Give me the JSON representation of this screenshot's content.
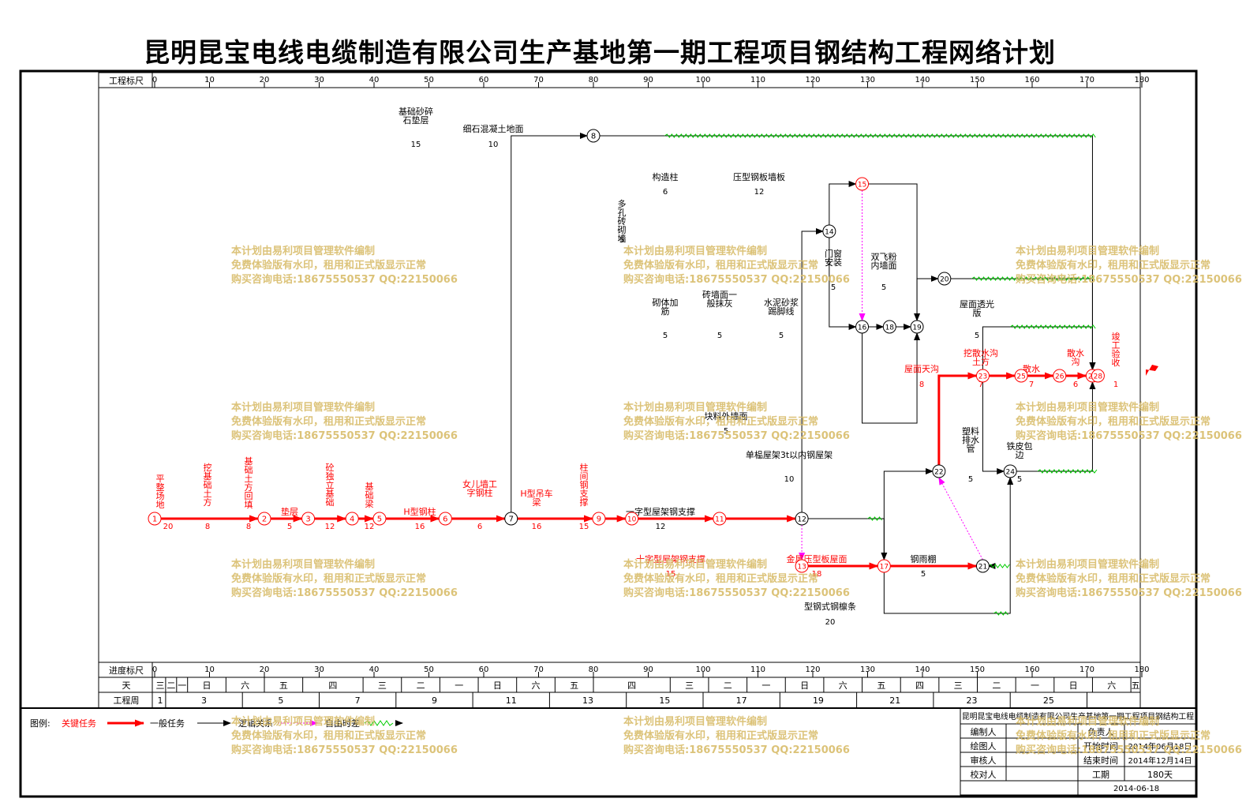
{
  "title": "昆明昆宝电线电缆制造有限公司生产基地第一期工程项目钢结构工程网络计划",
  "scale": {
    "top_label": "工程标尺",
    "bottom_label": "进度标尺",
    "ticks": [
      "0",
      "10",
      "20",
      "30",
      "40",
      "50",
      "60",
      "70",
      "80",
      "90",
      "100",
      "110",
      "120",
      "130",
      "140",
      "150",
      "160",
      "170",
      "180"
    ],
    "tick_values": [
      0,
      10,
      20,
      30,
      40,
      50,
      60,
      70,
      80,
      90,
      100,
      110,
      120,
      130,
      140,
      150,
      160,
      170,
      180
    ]
  },
  "day_row": {
    "label": "天",
    "cells": [
      {
        "t": "三",
        "from": 0,
        "to": 2
      },
      {
        "t": "二",
        "from": 2,
        "to": 4
      },
      {
        "t": "一",
        "from": 4,
        "to": 6
      },
      {
        "t": "日",
        "from": 6,
        "to": 13
      },
      {
        "t": "六",
        "from": 13,
        "to": 20
      },
      {
        "t": "五",
        "from": 20,
        "to": 27
      },
      {
        "t": "四",
        "from": 27,
        "to": 38
      },
      {
        "t": "三",
        "from": 38,
        "to": 45
      },
      {
        "t": "二",
        "from": 45,
        "to": 52
      },
      {
        "t": "一",
        "from": 52,
        "to": 59
      },
      {
        "t": "日",
        "from": 59,
        "to": 66
      },
      {
        "t": "六",
        "from": 66,
        "to": 73
      },
      {
        "t": "五",
        "from": 73,
        "to": 80
      },
      {
        "t": "四",
        "from": 80,
        "to": 94
      },
      {
        "t": "三",
        "from": 94,
        "to": 101
      },
      {
        "t": "二",
        "from": 101,
        "to": 108
      },
      {
        "t": "一",
        "from": 108,
        "to": 115
      },
      {
        "t": "日",
        "from": 115,
        "to": 122
      },
      {
        "t": "六",
        "from": 122,
        "to": 129
      },
      {
        "t": "五",
        "from": 129,
        "to": 136
      },
      {
        "t": "四",
        "from": 136,
        "to": 143
      },
      {
        "t": "三",
        "from": 143,
        "to": 150
      },
      {
        "t": "二",
        "from": 150,
        "to": 157
      },
      {
        "t": "一",
        "from": 157,
        "to": 164
      },
      {
        "t": "日",
        "from": 164,
        "to": 171
      },
      {
        "t": "六",
        "from": 171,
        "to": 178
      },
      {
        "t": "五",
        "from": 178,
        "to": 185
      }
    ]
  },
  "week_row": {
    "label": "工程周",
    "cells": [
      {
        "t": "1",
        "from": 0,
        "to": 2
      },
      {
        "t": "3",
        "from": 2,
        "to": 16
      },
      {
        "t": "5",
        "from": 16,
        "to": 30
      },
      {
        "t": "7",
        "from": 30,
        "to": 44
      },
      {
        "t": "9",
        "from": 44,
        "to": 58
      },
      {
        "t": "11",
        "from": 58,
        "to": 72
      },
      {
        "t": "13",
        "from": 72,
        "to": 86
      },
      {
        "t": "15",
        "from": 86,
        "to": 100
      },
      {
        "t": "17",
        "from": 100,
        "to": 114
      },
      {
        "t": "19",
        "from": 114,
        "to": 128
      },
      {
        "t": "21",
        "from": 128,
        "to": 142
      },
      {
        "t": "23",
        "from": 142,
        "to": 156
      },
      {
        "t": "25",
        "from": 156,
        "to": 170
      }
    ]
  },
  "nodes": [
    {
      "id": "1",
      "crit": true
    },
    {
      "id": "2",
      "crit": true
    },
    {
      "id": "3",
      "crit": true
    },
    {
      "id": "4",
      "crit": true
    },
    {
      "id": "5",
      "crit": true
    },
    {
      "id": "6",
      "crit": true
    },
    {
      "id": "7",
      "crit": false
    },
    {
      "id": "8",
      "crit": false
    },
    {
      "id": "9",
      "crit": true
    },
    {
      "id": "10",
      "crit": true
    },
    {
      "id": "11",
      "crit": true
    },
    {
      "id": "12",
      "crit": false
    },
    {
      "id": "13",
      "crit": true
    },
    {
      "id": "14",
      "crit": false
    },
    {
      "id": "15",
      "crit": true
    },
    {
      "id": "16",
      "crit": false
    },
    {
      "id": "17",
      "crit": true
    },
    {
      "id": "18",
      "crit": false
    },
    {
      "id": "19",
      "crit": false
    },
    {
      "id": "20",
      "crit": false
    },
    {
      "id": "21",
      "crit": false
    },
    {
      "id": "22",
      "crit": false
    },
    {
      "id": "23",
      "crit": true
    },
    {
      "id": "24",
      "crit": false
    },
    {
      "id": "25",
      "crit": true
    },
    {
      "id": "26",
      "crit": true
    },
    {
      "id": "27",
      "crit": true
    },
    {
      "id": "28",
      "crit": true
    }
  ],
  "tasks": [
    {
      "from": "1",
      "to": "2",
      "name": "平整场地",
      "dur": "20",
      "crit": true
    },
    {
      "from": "2",
      "to": "3",
      "name": "挖基础土方",
      "dur": "8",
      "crit": true
    },
    {
      "from": "3",
      "to": "4",
      "name": "基础土方回填",
      "dur": "8",
      "crit": true
    },
    {
      "from": "4",
      "to": "5",
      "name": "垫层",
      "dur": "5",
      "crit": true
    },
    {
      "from": "5",
      "to": "6",
      "name": "砼独立基础",
      "dur": "12",
      "crit": true
    },
    {
      "from": "6",
      "to": "7",
      "name": "基础梁",
      "dur": "12",
      "crit": true
    },
    {
      "from": "7",
      "to": "8",
      "name": "基础砂碎石垫层",
      "dur": "15",
      "crit": false
    },
    {
      "from": "8",
      "to": "27",
      "name": "细石混凝土地面",
      "dur": "10",
      "crit": false
    },
    {
      "from": "7",
      "to": "9",
      "name": "H型钢柱",
      "dur": "16",
      "crit": true
    },
    {
      "from": "9",
      "to": "10",
      "name": "女儿墙工字钢柱",
      "dur": "6",
      "crit": true
    },
    {
      "from": "10",
      "to": "11",
      "name": "H型吊车梁",
      "dur": "16",
      "crit": true
    },
    {
      "from": "11",
      "to": "12",
      "name": "柱间钢支撑",
      "dur": "15",
      "crit": true
    },
    {
      "from": "12",
      "to": "14",
      "name": "多孔砖砌墙",
      "dur": "5",
      "crit": false
    },
    {
      "from": "14",
      "to": "15",
      "name": "构造柱",
      "dur": "6",
      "crit": false
    },
    {
      "from": "15",
      "to": "19",
      "name": "压型钢板墙板",
      "dur": "12",
      "crit": false
    },
    {
      "from": "14",
      "to": "16",
      "name": "砌体加筋",
      "dur": "5",
      "crit": false
    },
    {
      "from": "16",
      "to": "18",
      "name": "砖墙面一般抹灰",
      "dur": "5",
      "crit": false
    },
    {
      "from": "18",
      "to": "19",
      "name": "水泥砂浆踢脚线",
      "dur": "5",
      "crit": false
    },
    {
      "from": "16",
      "to": "19",
      "name": "块料外墙面",
      "dur": "5",
      "crit": false
    },
    {
      "from": "19",
      "to": "20",
      "name": "门窗安装",
      "dur": "5",
      "crit": false
    },
    {
      "from": "20",
      "to": "27",
      "name": "双飞粉内墙面",
      "dur": "5",
      "crit": false
    },
    {
      "from": "12",
      "to": "17",
      "name": "一字型屋架钢支撑",
      "dur": "12",
      "crit": false
    },
    {
      "from": "13",
      "to": "17",
      "name": "十字型屋架钢支撑",
      "dur": "15",
      "crit": true
    },
    {
      "from": "17",
      "to": "22",
      "name": "单榀屋架3t以内钢屋架",
      "dur": "10",
      "crit": false
    },
    {
      "from": "17",
      "to": "21",
      "name": "金属压型板屋面",
      "dur": "18",
      "crit": true
    },
    {
      "from": "17",
      "to": "24",
      "name": "型钢式钢檩条",
      "dur": "20",
      "crit": false
    },
    {
      "from": "21",
      "to": "24",
      "name": "钢雨棚",
      "dur": "5",
      "crit": false
    },
    {
      "from": "22",
      "to": "23",
      "name": "屋面天沟",
      "dur": "8",
      "crit": true
    },
    {
      "from": "23",
      "to": "27",
      "name": "屋面透光版",
      "dur": "5",
      "crit": false
    },
    {
      "from": "23",
      "to": "24",
      "name": "塑料排水管",
      "dur": "5",
      "crit": false
    },
    {
      "from": "24",
      "to": "27",
      "name": "铁皮包边",
      "dur": "5",
      "crit": false
    },
    {
      "from": "23",
      "to": "25",
      "name": "挖散水沟土方",
      "dur": "7",
      "crit": true
    },
    {
      "from": "25",
      "to": "26",
      "name": "散水",
      "dur": "7",
      "crit": true
    },
    {
      "from": "26",
      "to": "27",
      "name": "散水沟",
      "dur": "6",
      "crit": true
    },
    {
      "from": "27",
      "to": "28",
      "name": "竣工验收",
      "dur": "1",
      "crit": true
    }
  ],
  "legend": {
    "label": "图例:",
    "critical": "关键任务",
    "normal": "一般任务",
    "logic": "逻辑关系",
    "float": "自由时差"
  },
  "info_box": {
    "project": "昆明昆宝电线电缆制造有限公司生产基地第一期工程项目钢结构工程",
    "rows": [
      {
        "k": "编制人",
        "v": "",
        "k2": "负责人",
        "v2": ""
      },
      {
        "k": "绘图人",
        "v": "",
        "k2": "开始时间",
        "v2": "2014年06月18日"
      },
      {
        "k": "审核人",
        "v": "",
        "k2": "结束时间",
        "v2": "2014年12月14日"
      },
      {
        "k": "校对人",
        "v": "",
        "k2": "工期",
        "v2": "180天"
      }
    ],
    "date": "2014-06-18"
  },
  "watermark": [
    "本计划由易利项目管理软件编制",
    "免费体验版有水印，租用和正式版显示正常",
    "购买咨询电话:18675550537 QQ:22150066"
  ],
  "colors": {
    "critical": "#ff0000",
    "normal": "#000000",
    "float": "#00cc00",
    "logic": "#ff00ff",
    "watermark": "#d8bc6a"
  }
}
